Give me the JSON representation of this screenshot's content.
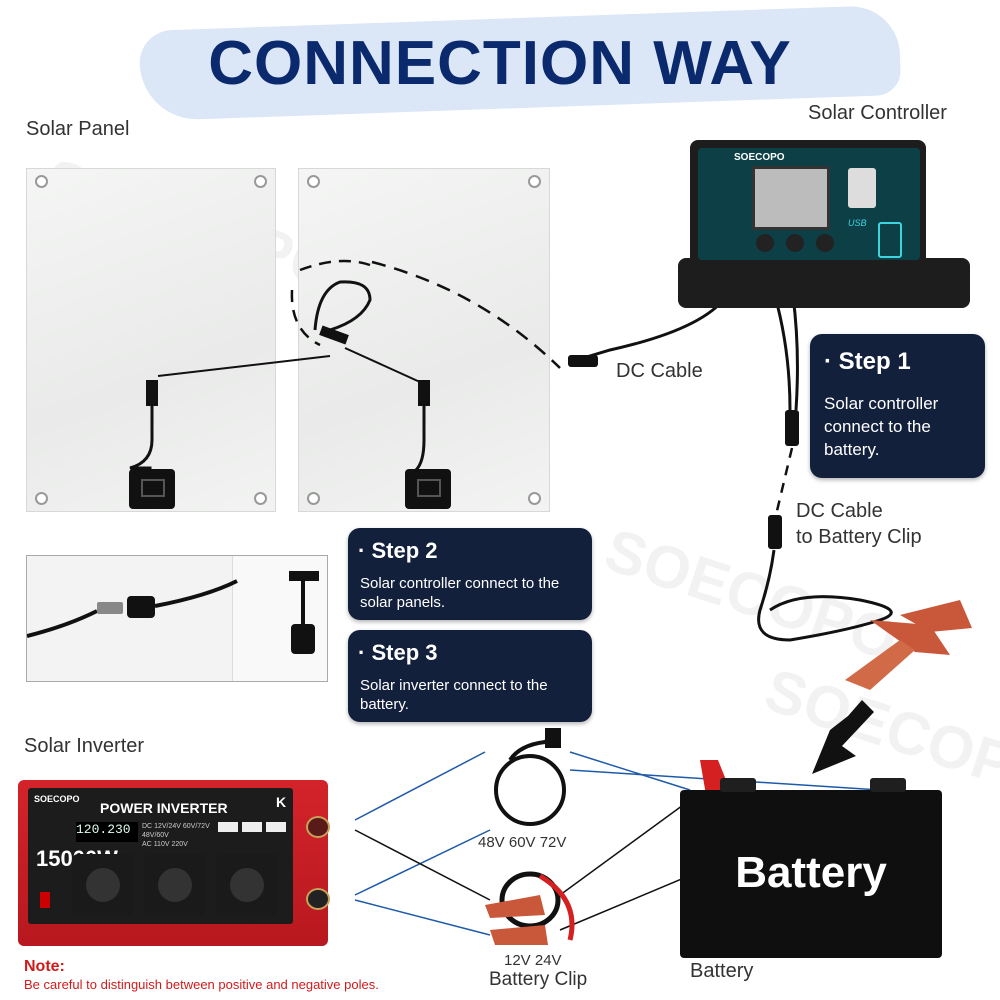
{
  "title": "CONNECTION WAY",
  "labels": {
    "solar_panel": "Solar Panel",
    "solar_controller": "Solar Controller",
    "dc_cable": "DC Cable",
    "dc_cable_battery_line1": "DC Cable",
    "dc_cable_battery_line2": "to Battery Clip",
    "solar_inverter": "Solar Inverter",
    "voltage_high": "48V 60V 72V",
    "voltage_low": "12V 24V",
    "battery_clip": "Battery Clip",
    "battery": "Battery"
  },
  "steps": [
    {
      "heading": "Step 1",
      "text_lines": [
        "Solar controller",
        "connect to the",
        "battery."
      ]
    },
    {
      "heading": "Step 2",
      "text_lines": [
        "Solar controller connect to the",
        "solar panels."
      ]
    },
    {
      "heading": "Step 3",
      "text_lines": [
        "Solar inverter connect to the",
        "battery."
      ]
    }
  ],
  "controller": {
    "brand": "SOECOPO",
    "usb": "USB"
  },
  "inverter": {
    "brand": "SOECOPO",
    "name": "POWER INVERTER",
    "power": "15000W",
    "display": "120.230",
    "specs": {
      "dc": "DC",
      "ac": "AC",
      "v1": "12V/24V",
      "v2": "60V/72V",
      "v3": "48V/60V",
      "v4": "110V",
      "v5": "220V"
    },
    "badge": "K"
  },
  "battery_text": "Battery",
  "watermark": "SOECOPO",
  "note": {
    "heading": "Note:",
    "text": "Be careful to distinguish between positive and negative poles."
  },
  "colors": {
    "title": "#0b2a6e",
    "card": "#13203c",
    "inverter": "#c81d24",
    "note": "#d01b1b",
    "wire_blue": "#2a6db0"
  }
}
